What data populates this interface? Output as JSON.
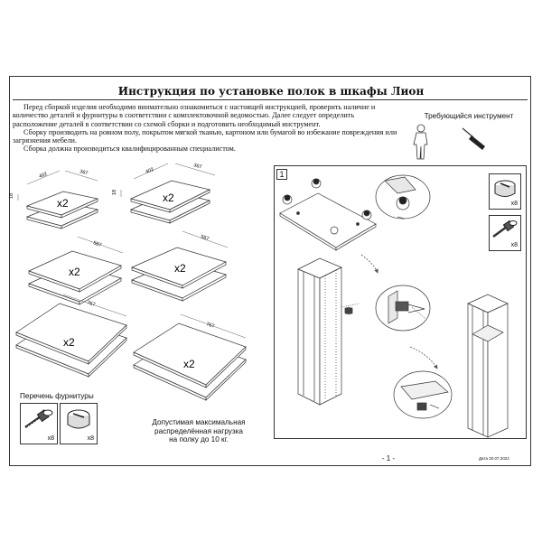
{
  "document": {
    "title": "Инструкция по установке полок в шкафы Лион",
    "intro": [
      "Перед сборкой изделия необходимо внимательно ознакомиться с настоящей инструкцией, проверить наличие и количество деталей и фурнитуры в соответствии с комплектовочной ведомостью. Далее следует определить расположение деталей в соответствии со схемой сборки и подготовить необходимый инструмент.",
      "Сборку производить на ровном полу, покрытом мягкой тканью, картоном или бумагой во избежание повреждения или загрязнения мебели.",
      "Сборка должна производиться квалифицированным специалистом."
    ],
    "tool_label": "Требующийся инструмент",
    "step_number": "1",
    "page_number": "- 1 -",
    "date": "Дата 20.07.2022"
  },
  "shelves": [
    {
      "qty": "x2",
      "dim_a": "402",
      "dim_b": "367",
      "thickness": "18"
    },
    {
      "qty": "x2",
      "dim_a": "402",
      "dim_b": "367",
      "thickness": "18"
    },
    {
      "qty": "x2",
      "dim_a": "567"
    },
    {
      "qty": "x2",
      "dim_a": "567"
    },
    {
      "qty": "x2",
      "dim_a": "767"
    },
    {
      "qty": "x2",
      "dim_a": "767"
    }
  ],
  "fittings": {
    "title": "Перечень фурнитуры",
    "items": [
      {
        "name": "eccentric-bolt",
        "count": "x8"
      },
      {
        "name": "eccentric-cam",
        "count": "x8"
      }
    ]
  },
  "load_note": [
    "Допустимая максимальная",
    "распределённая нагрузка",
    "на полку до 10 кг."
  ],
  "step_fittings": [
    {
      "name": "eccentric-cam",
      "count": "x8"
    },
    {
      "name": "eccentric-bolt",
      "count": "x8"
    }
  ]
}
